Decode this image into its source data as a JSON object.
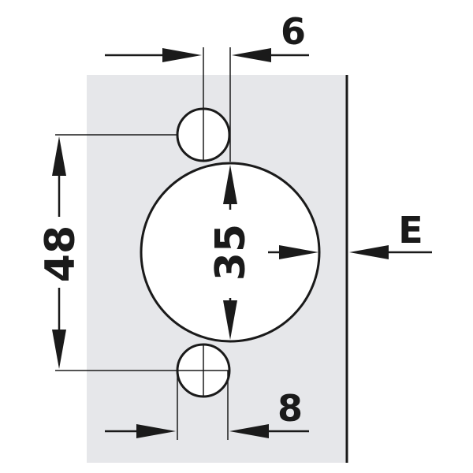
{
  "colors": {
    "plate": "#e6e7ea",
    "line": "#1a1a1a",
    "background": "#ffffff"
  },
  "labels": {
    "top_distance": "6",
    "bottom_distance": "8",
    "hole_spacing": "48",
    "cup_diameter": "35",
    "edge_label": "E"
  }
}
